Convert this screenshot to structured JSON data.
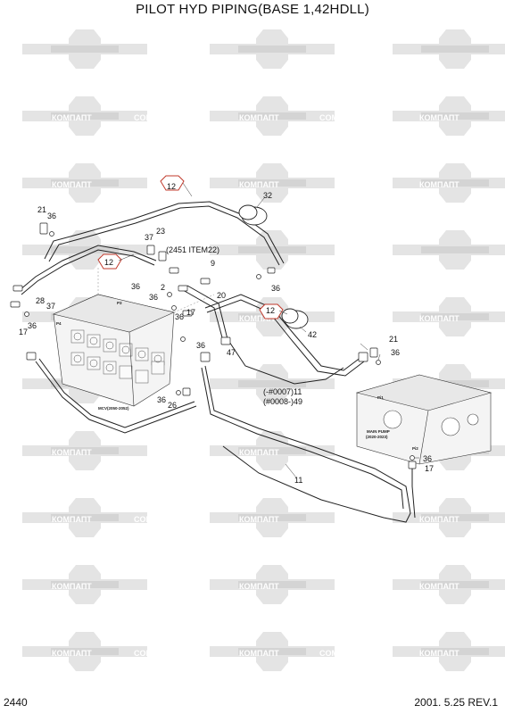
{
  "header": {
    "title": "PILOT HYD PIPING(BASE 1,42HDLL)"
  },
  "footer": {
    "page_number": "2440",
    "revision": "2001. 5.25  REV.1"
  },
  "watermark": {
    "brand_cyrillic": "КОМПАПТ",
    "brand_latin": "COMPART"
  },
  "callouts": {
    "c12a": "12",
    "c12b": "12",
    "c12c": "12",
    "c32": "32",
    "c21a": "21",
    "c36a": "36",
    "c37a": "37",
    "c23": "23",
    "item_ref": "(2451 ITEM22)",
    "c9": "9",
    "c36b": "36",
    "c36c": "36",
    "c2": "2",
    "c36d": "36",
    "c20": "20",
    "c28": "28",
    "c37b": "37",
    "c17a": "17",
    "c36e": "36",
    "c36f": "36",
    "c17b": "17",
    "c36g": "36",
    "c47": "47",
    "c42": "42",
    "c21b": "21",
    "c36h": "36",
    "note_a": "(-#0007)11",
    "note_b": "(#0008-)49",
    "c36i": "36",
    "c26": "26",
    "c11": "11",
    "c36j": "36",
    "c17c": "17"
  },
  "components": {
    "mcv_label": "MCV(2050-2052)",
    "pump_label_1": "MAIN PUMP",
    "pump_label_2": "(2020-2023)",
    "port_pi1": "Pi1",
    "port_pi2": "Pi2",
    "port_p3": "P3",
    "port_p4": "P4"
  }
}
